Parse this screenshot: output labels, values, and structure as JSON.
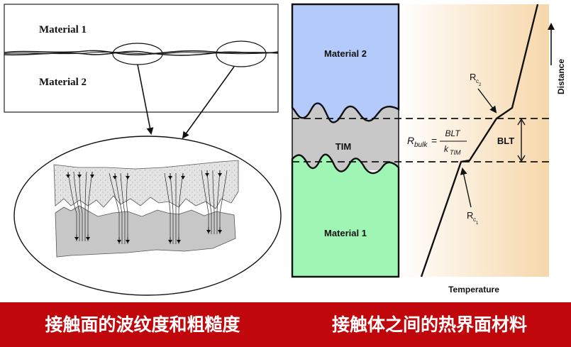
{
  "left_panel": {
    "material_top": "Material 1",
    "material_bottom": "Material 2",
    "caption": "接触面的波纹度和粗糙度"
  },
  "right_panel": {
    "material_top": "Material 2",
    "tim": "TIM",
    "material_bottom": "Material 1",
    "formula": {
      "r": "R",
      "bulk": "bulk",
      "eq": "=",
      "num": "BLT",
      "den_k": "k",
      "den_sub": "TIM"
    },
    "blt": "BLT",
    "rc2": {
      "r": "R",
      "c": "c",
      "idx": "2"
    },
    "rc1": {
      "r": "R",
      "c": "c",
      "idx": "1"
    },
    "x_axis": "Temperature",
    "y_axis": "Distance",
    "caption": "接触体之间的热界面材料"
  },
  "colors": {
    "caption_red": "#c0080c",
    "material2_blue": "#b3cafa",
    "material1_green": "#9ff5b4",
    "tim_gray": "#c8c8c8",
    "gradient_orange": "#f6d7aa"
  }
}
